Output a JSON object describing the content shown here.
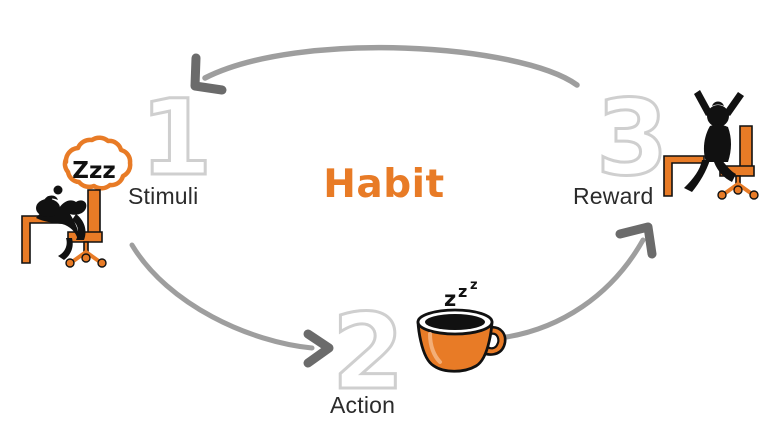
{
  "diagram": {
    "title": "Habit",
    "type": "cycle",
    "background_color": "#ffffff",
    "accent_color": "#E87B26",
    "numeral_color": "#cfcfcf",
    "arrow_color": "#9e9e9e",
    "arrowhead_color": "#6b6b6b",
    "label_color": "#2b2b2b",
    "steps": [
      {
        "number": "1",
        "label": "Stimuli",
        "icon": "sleeping-person-at-desk-icon",
        "bubble_text": "Zzz"
      },
      {
        "number": "2",
        "label": "Action",
        "icon": "coffee-cup-icon",
        "bubble_text": "zzz"
      },
      {
        "number": "3",
        "label": "Reward",
        "icon": "celebrating-person-icon",
        "bubble_text": ""
      }
    ],
    "arrows": [
      {
        "name": "arrow-reward-to-stimuli",
        "direction": "right-to-left"
      },
      {
        "name": "arrow-stimuli-to-action",
        "direction": "left-to-right"
      },
      {
        "name": "arrow-action-to-reward",
        "direction": "left-to-right-up"
      }
    ]
  }
}
